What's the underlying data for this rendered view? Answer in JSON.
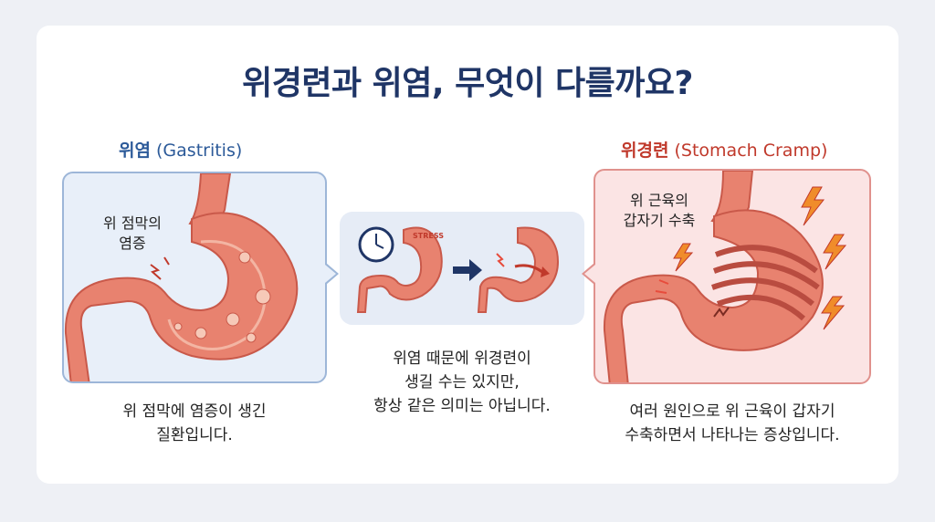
{
  "title": "위경련과 위염, 무엇이 다를까요?",
  "left": {
    "title_ko": "위염",
    "title_en": "(Gastritis)",
    "note_line1": "위 점막의",
    "note_line2": "염증",
    "caption_line1": "위 점막에 염증이 생긴",
    "caption_line2": "질환입니다."
  },
  "middle": {
    "stress_label": "STRESS",
    "caption_line1": "위염 때문에 위경련이",
    "caption_line2": "생길 수는 있지만,",
    "caption_line3": "항상 같은 의미는 아닙니다."
  },
  "right": {
    "title_ko": "위경련",
    "title_en": "(Stomach Cramp)",
    "note_line1": "위 근육의",
    "note_line2": "갑자기 수축",
    "caption_line1": "여러 원인으로 위 근육이 갑자기",
    "caption_line2": "수축하면서 나타나는 증상입니다."
  },
  "colors": {
    "title": "#1f3566",
    "gastritis_accent": "#2c5a99",
    "cramp_accent": "#c0392b",
    "stomach": "#e8826f",
    "arrow": "#1f3566",
    "bolt": "#f08c2a"
  },
  "icons": [
    "clock-icon",
    "arrow-right-icon",
    "lightning-icon",
    "stomach-illustration"
  ]
}
